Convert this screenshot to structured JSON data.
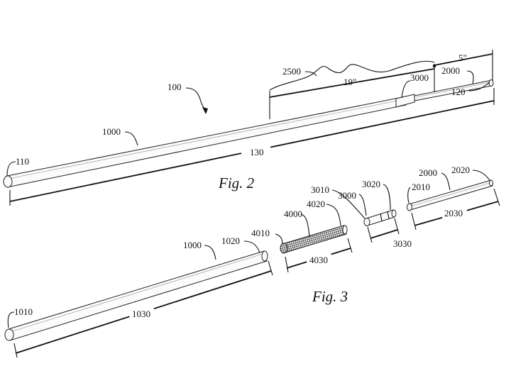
{
  "figures": {
    "fig2": {
      "caption": "Fig. 2",
      "labels": {
        "assembly": "100",
        "rod_1000": "1000",
        "rod_2000": "2000",
        "coupler": "3000",
        "span": "2500",
        "end_110": "110",
        "end_120": "120",
        "dim_total": "130",
        "dim_19": "19\"",
        "dim_5": "5\""
      }
    },
    "fig3": {
      "caption": "Fig. 3",
      "labels": {
        "rod_1000": "1000",
        "rod_1000_end_a": "1010",
        "rod_1000_end_b": "1020",
        "rod_1000_len": "1030",
        "rod_2000": "2000",
        "rod_2000_end_a": "2010",
        "rod_2000_end_b": "2020",
        "rod_2000_len": "2030",
        "coupler": "3000",
        "coupler_a": "3010",
        "coupler_b": "3020",
        "coupler_len": "3030",
        "core": "4000",
        "core_a": "4010",
        "core_b": "4020",
        "core_len": "4030"
      }
    }
  }
}
